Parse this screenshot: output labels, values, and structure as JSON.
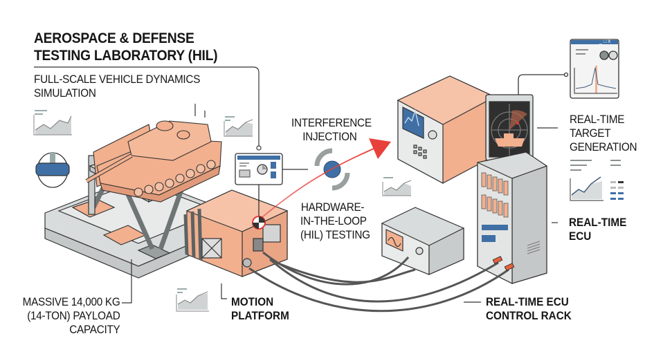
{
  "title": {
    "line1": "AEROSPACE & DEFENSE",
    "line2": "TESTING LABORATORY (HIL)"
  },
  "labels": {
    "vehicle_dynamics": {
      "line1": "FULL-SCALE VEHICLE DYNAMICS",
      "line2": "SIMULATION"
    },
    "interference": {
      "line1": "INTERFERENCE",
      "line2": "INJECTION"
    },
    "hil_testing": {
      "line1": "HARDWARE-",
      "line2": "IN-THE-LOOP",
      "line3": "(HIL) TESTING"
    },
    "target_generation": {
      "line1": "REAL-TIME",
      "line2": "TARGET",
      "line3": "GENERATION"
    },
    "real_time_ecu": {
      "line1": "REAL-TIME",
      "line2": "ECU"
    },
    "payload": {
      "line1": "MASSIVE 14,000 KG",
      "line2": "(14-TON) PAYLOAD",
      "line3": "CAPACITY"
    },
    "motion_platform": {
      "line1": "MOTION",
      "line2": "PLATFORM"
    },
    "control_rack": {
      "line1": "REAL-TIME ECU",
      "line2": "CONTROL RACK"
    }
  },
  "window_controls": "_ □ X",
  "colors": {
    "accent_orange": "#f2b08f",
    "accent_red": "#e23b36",
    "accent_blue": "#3f6fa5",
    "metal_gray": "#d9dcdc",
    "ink": "#2a2a2a"
  }
}
